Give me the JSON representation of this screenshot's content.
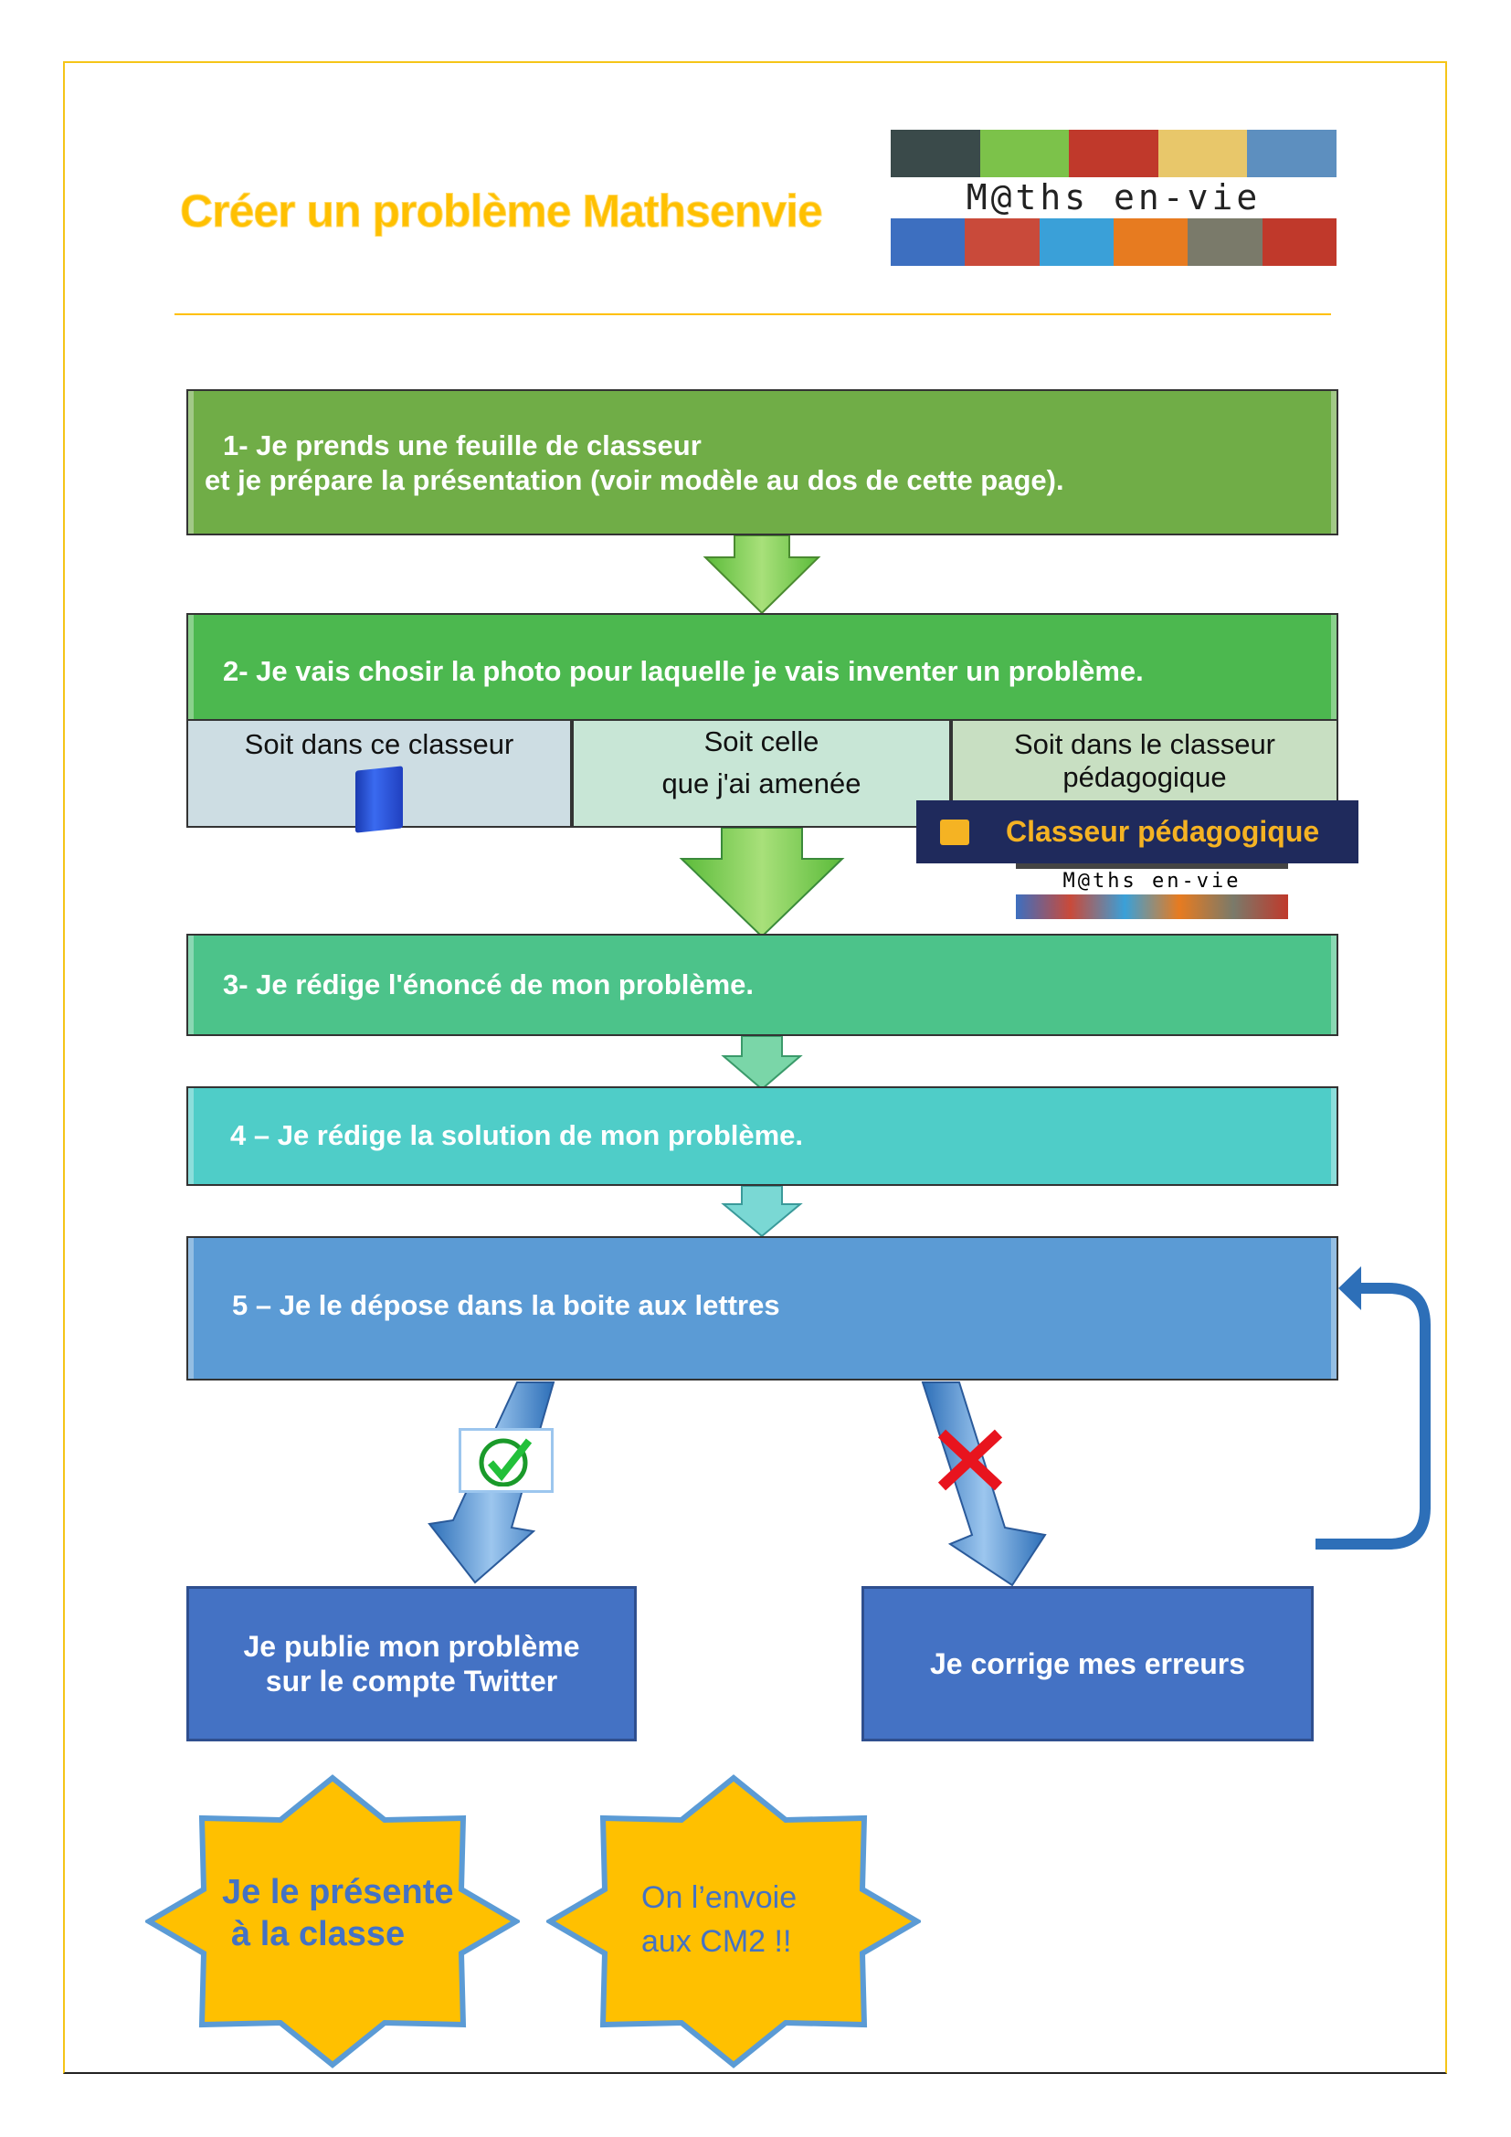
{
  "header": {
    "title": "Créer un problème Mathsenvie",
    "logo_text": "M@ths en-vie"
  },
  "steps": {
    "step1": {
      "line1": "1- Je prends une feuille de classeur",
      "line2": "et je prépare la présentation (voir modèle au dos de  cette page)."
    },
    "step2": {
      "label": "2-  Je vais chosir la photo pour laquelle je vais inventer un problème.",
      "options": [
        {
          "label": "Soit dans ce classeur"
        },
        {
          "line1": "Soit celle",
          "line2": "que j'ai amenée"
        },
        {
          "line1": "Soit dans le classeur",
          "line2": "pédagogique"
        }
      ],
      "badge": "Classeur pédagogique"
    },
    "step3": {
      "label": "3- Je rédige l'énoncé de mon problème."
    },
    "step4": {
      "label": "4 – Je rédige la solution de mon problème."
    },
    "step5": {
      "label": "5 – Je le dépose dans la boite aux lettres"
    }
  },
  "outcomes": {
    "valid": {
      "line1": "Je publie mon problème",
      "line2": "sur le compte Twitter"
    },
    "invalid": {
      "label": "Je corrige mes erreurs"
    }
  },
  "stars": {
    "star1": {
      "line1": "Je le présente",
      "line2": "à la classe"
    },
    "star2": {
      "line1": "On l’envoie",
      "line2": "aux CM2 !!"
    }
  },
  "colors": {
    "step1": "#70ad47",
    "step2": "#4cb84f",
    "step3": "#4cc38a",
    "step4": "#4fcdc8",
    "step5": "#5b9bd5",
    "outcome": "#4472c4",
    "star": "#ffc000",
    "title": "#ffc000"
  }
}
